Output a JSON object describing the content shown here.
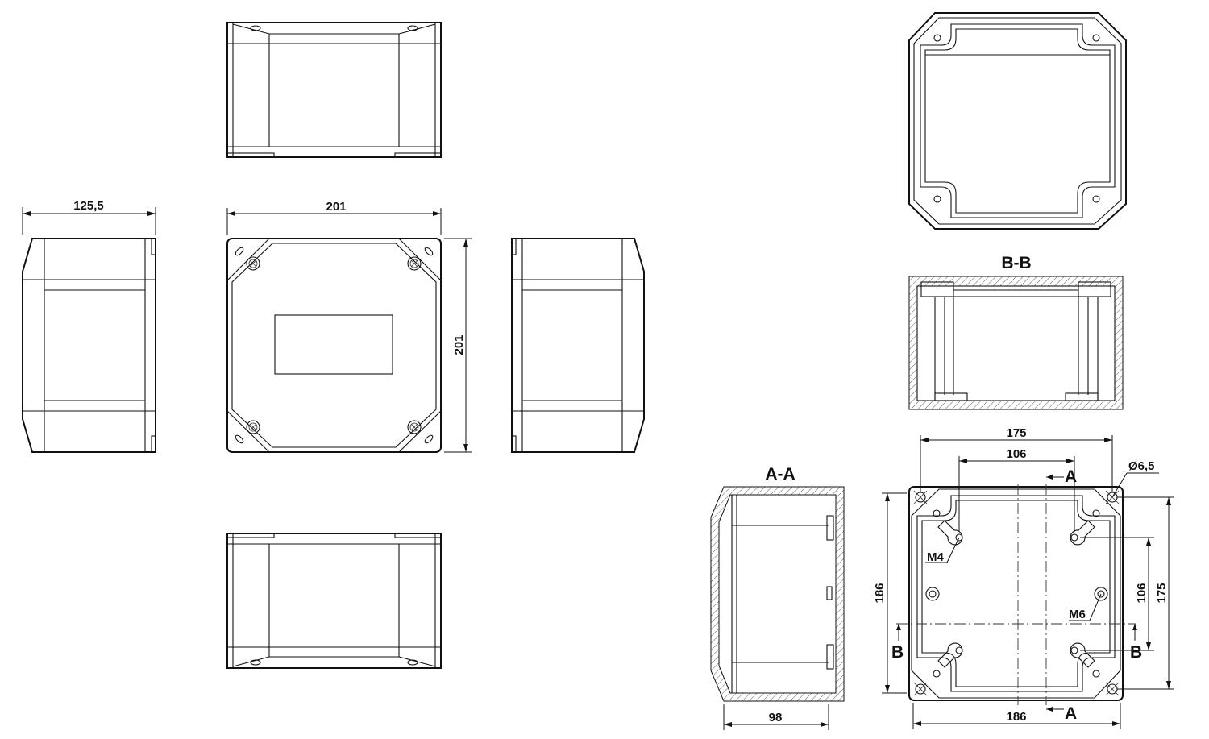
{
  "dimensions": {
    "front_width": "201",
    "front_height": "201",
    "side_depth": "125,5",
    "bottom_hole_spacing_outer": "175",
    "bottom_hole_spacing_inner": "106",
    "bottom_hole_diameter": "Ø6,5",
    "bottom_height": "186",
    "bottom_width": "186",
    "bottom_right_outer": "175",
    "bottom_right_inner": "106",
    "section_aa_depth": "98"
  },
  "threads": {
    "m4": "M4",
    "m6": "M6"
  },
  "sections": {
    "aa_title": "A-A",
    "bb_title": "B-B",
    "a_marker": "A",
    "b_marker": "B"
  }
}
